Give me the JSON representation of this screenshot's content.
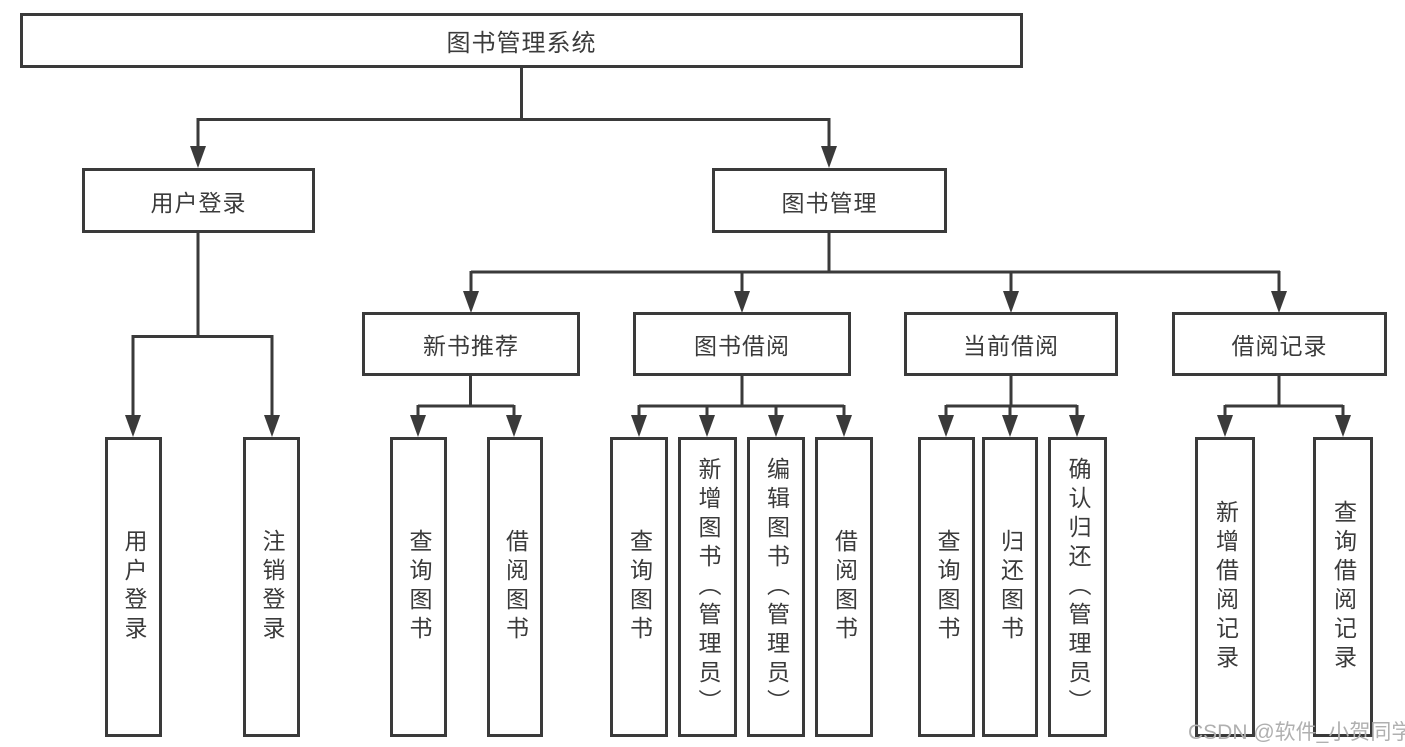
{
  "diagram": {
    "title": "图书管理系统",
    "level2": [
      "用户登录",
      "图书管理"
    ],
    "level3": [
      "新书推荐",
      "图书借阅",
      "当前借阅",
      "借阅记录"
    ],
    "leaves": {
      "user_login": [
        "用户登录",
        "注销登录"
      ],
      "new_book_recommend": [
        "查询图书",
        "借阅图书"
      ],
      "book_borrow": [
        "查询图书",
        "新增图书（管理员）",
        "编辑图书（管理员）",
        "借阅图书"
      ],
      "current_borrow": [
        "查询图书",
        "归还图书",
        "确认归还（管理员）"
      ],
      "borrow_records": [
        "新增借阅记录",
        "查询借阅记录"
      ]
    },
    "watermark": "CSDN @软件_小贺同学",
    "colors": {
      "line": "#3a3a3a",
      "text": "#3b3b3b",
      "watermark": "#b0b0b0",
      "background": "#ffffff"
    }
  }
}
